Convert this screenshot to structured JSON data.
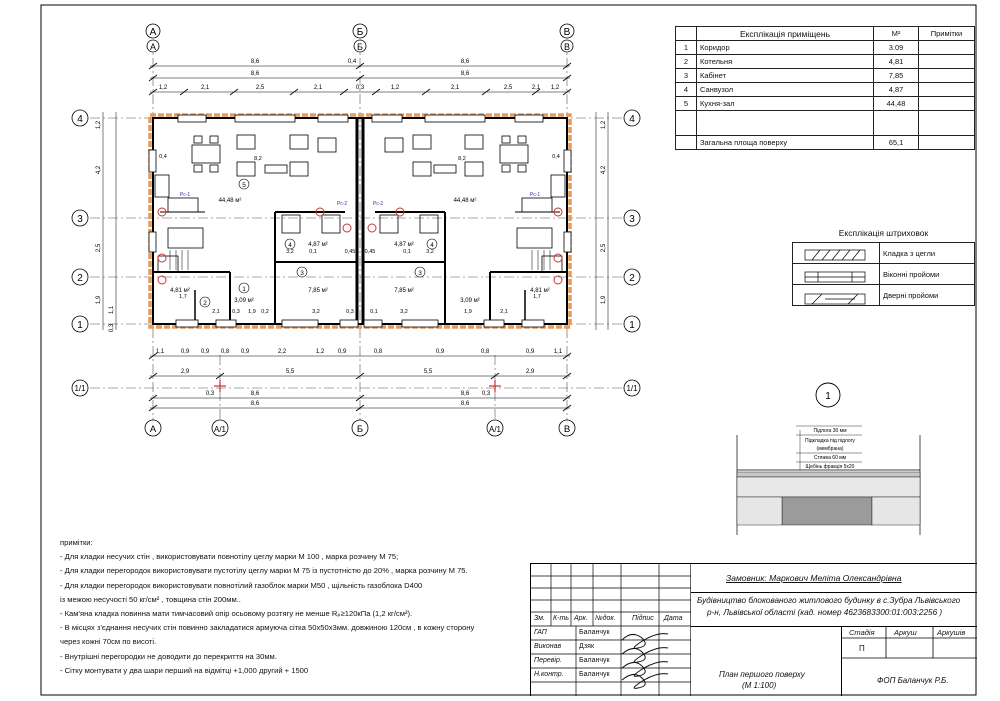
{
  "axes": {
    "letters": [
      "А",
      "Б",
      "В"
    ],
    "letters_bottom": [
      "А",
      "А/1",
      "Б",
      "А/1",
      "В"
    ],
    "numbers": [
      "4",
      "3",
      "2",
      "1",
      "1/1"
    ]
  },
  "dims": {
    "top_row1": [
      "8,6",
      "0,4",
      "8,6"
    ],
    "top_row2": [
      "8,6",
      "8,6"
    ],
    "top_row3": [
      "1,2",
      "2,1",
      "2,5",
      "2,1",
      "0,3",
      "1,2",
      "2,1",
      "2,5",
      "2,1",
      "1,2"
    ],
    "bottom_row1": [
      "1,1",
      "0,9",
      "0,9",
      "0,8",
      "0,9",
      "2,2",
      "1,2",
      "0,9",
      "0,8",
      "0,9",
      "0,8",
      "0,9",
      "1,1"
    ],
    "bottom_row2": [
      "2,9",
      "5,5",
      "5,5",
      "2,9"
    ],
    "bottom_row3": [
      "0,3",
      "0,3",
      "8,6",
      "8,6"
    ],
    "bottom_row4": [
      "8,6",
      "8,6"
    ],
    "left_dims": [
      "1,2",
      "4,2",
      "2,5",
      "1,9",
      "1,1",
      "0,3"
    ],
    "interior": [
      "0,4",
      "8,2",
      "8,2",
      "0,4",
      "3,2",
      "3,2",
      "0,1",
      "0,1",
      "0,45",
      "0,45",
      "1,9",
      "1,9",
      "0,3",
      "0,2",
      "1,7",
      "1,7",
      "3,2",
      "3,2",
      "0,3",
      "0,1",
      "2,1",
      "2,1"
    ]
  },
  "plan": {
    "areas": [
      "44,48 м²",
      "44,48 м²",
      "4,87 м²",
      "4,87 м²",
      "7,85 м²",
      "7,85 м²",
      "3,09 м²",
      "3,09 м²",
      "4,81 м²",
      "4,81 м²"
    ],
    "room_ids": [
      "5",
      "4",
      "3",
      "2",
      "1",
      "4",
      "3"
    ],
    "tags": [
      "Рс-1",
      "Рс-2",
      "Рс-2",
      "Рс-1"
    ]
  },
  "explication": {
    "title": "Експлікація приміщень",
    "unit": "М²",
    "notes_col": "Примітки",
    "rows": [
      {
        "n": "1",
        "name": "Коридор",
        "area": "3.09"
      },
      {
        "n": "2",
        "name": "Котельня",
        "area": "4,81"
      },
      {
        "n": "3",
        "name": "Кабінет",
        "area": "7,85"
      },
      {
        "n": "4",
        "name": "Санвузол",
        "area": "4,87"
      },
      {
        "n": "5",
        "name": "Кухня-зал",
        "area": "44,48"
      }
    ],
    "total_label": "Загальна площа поверху",
    "total": "65,1"
  },
  "hatch_legend": {
    "title": "Експлікація штриховок",
    "items": [
      "Кладка з цегли",
      "Віконні пройоми",
      "Дверні пройоми"
    ]
  },
  "detail": {
    "mark": "1",
    "layers": [
      "Підлога 30 мм",
      "Підкладка під підлогу",
      "(мембрана)",
      "Стяжка 60 мм",
      "Щебінь фракція 5х20"
    ]
  },
  "notes": {
    "heading": "примітки:",
    "lines": [
      "- Для кладки несучих стін , використовувати повнотілу цеглу марки М 100 , марка розчину М 75;",
      "- Для кладки перегородок використовувати пустотілу цеглу марки М 75 із пустотністю до 20% , марка розчину М 75.",
      "- Для кладки перегородок використовувати  повнотілий газоблок марки М50 , щільність газоблока D400",
      "із межою несучості 50 кг/см² , товщина  стін  200мм..",
      "- Кам'яна кладка повинна  мати тимчасовий опір осьовому розтягу не менше Rₚ≥120кПа (1,2 кг/см²).",
      "- В місцях з'єднання несучих стін повинно закладатися армуюча сітка 50х50х3мм. довжиною 120см , в кожну сторону",
      "через кожні 70см по висоті.",
      "- Внутрішні перегородки не доводити до перекриття на 30мм.",
      "- Сітку монтувати у два шари перший на відмітці +1,000 другий + 1500"
    ]
  },
  "stamp": {
    "customer": "Замовник: Маркович Меліта Олександрівна",
    "project": [
      "Будівництво блокованого житлового будинку в с.Зубра Львівського",
      "р-н, Львівської області (кад. номер  4623683300:01:003:2256 )"
    ],
    "cols": [
      "Зм.",
      "К-ть",
      "Арк.",
      "№док.",
      "Підпис",
      "Дата"
    ],
    "roles": [
      {
        "role": "ГАП",
        "name": "Баланчук"
      },
      {
        "role": "Виконав",
        "name": "Дзяк"
      },
      {
        "role": "Перевір.",
        "name": "Баланчук"
      },
      {
        "role": "Н.контр.",
        "name": "Баланчук"
      }
    ],
    "sheet_title": [
      "План першого поверху",
      "(М 1:100)"
    ],
    "stage_label": "Стадія",
    "sheet_label": "Аркуш",
    "sheets_label": "Аркушів",
    "stage": "П",
    "org": "ФОП Баланчук Р.Б."
  }
}
